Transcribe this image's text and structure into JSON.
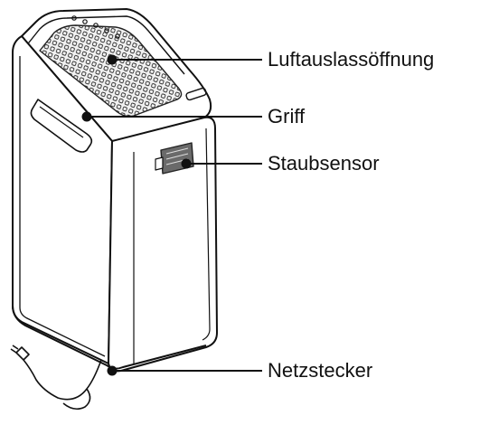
{
  "labels": {
    "air_outlet": "Luftauslassöffnung",
    "handle": "Griff",
    "dust_sensor": "Staubsensor",
    "power_plug": "Netzstecker"
  },
  "colors": {
    "line": "#111111",
    "body": "#ffffff",
    "grille_fill": "#d9d9d9",
    "sensor_fill": "#6a6a6a",
    "background": "#ffffff"
  }
}
